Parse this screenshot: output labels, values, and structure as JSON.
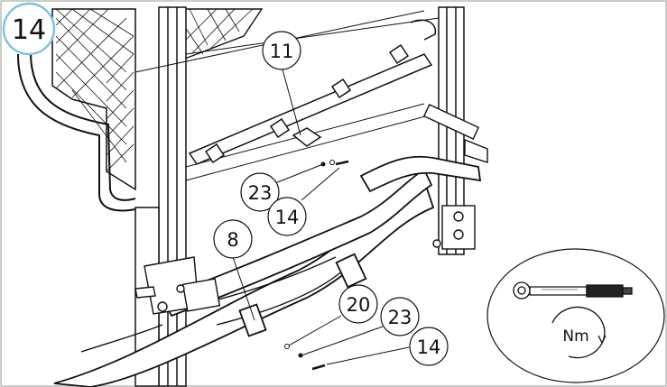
{
  "step": {
    "number": "14"
  },
  "callouts": [
    {
      "id": "part-11",
      "label": "11"
    },
    {
      "id": "part-23-upper",
      "label": "23"
    },
    {
      "id": "part-14-upper",
      "label": "14"
    },
    {
      "id": "part-8",
      "label": "8"
    },
    {
      "id": "part-20",
      "label": "20"
    },
    {
      "id": "part-23-lower",
      "label": "23"
    },
    {
      "id": "part-14-lower",
      "label": "14"
    }
  ],
  "torque": {
    "unit": "Nm",
    "icon": "torque-wrench-icon"
  },
  "colors": {
    "line": "#111111",
    "step_circle": "#7fc3df",
    "background": "#ffffff",
    "frame": "#9a9a9a"
  }
}
